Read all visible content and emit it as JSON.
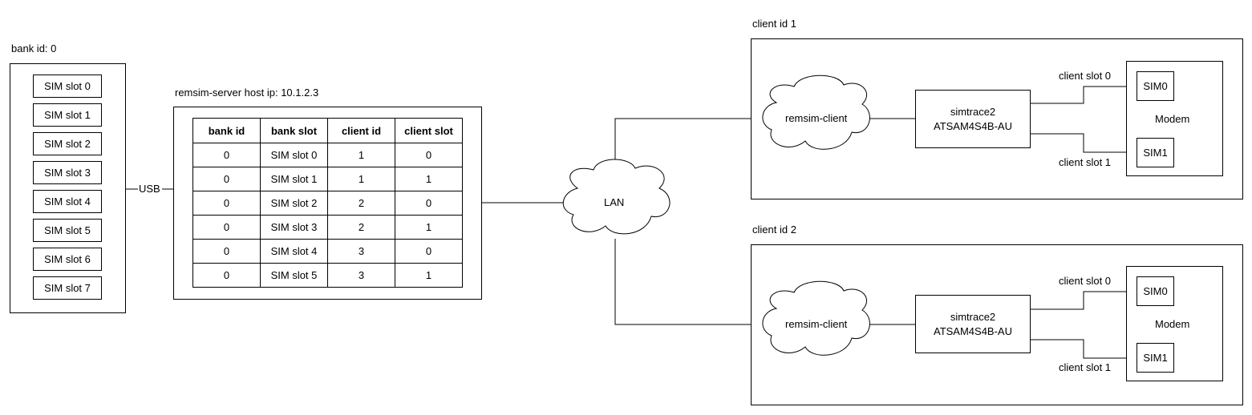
{
  "bank": {
    "title": "bank id: 0",
    "slots": [
      "SIM slot 0",
      "SIM slot 1",
      "SIM slot 2",
      "SIM slot 3",
      "SIM slot 4",
      "SIM slot 5",
      "SIM slot 6",
      "SIM slot 7"
    ]
  },
  "usb_label": "USB",
  "server": {
    "title": "remsim-server host ip: 10.1.2.3",
    "headers": [
      "bank id",
      "bank slot",
      "client id",
      "client slot"
    ],
    "rows": [
      [
        "0",
        "SIM slot 0",
        "1",
        "0"
      ],
      [
        "0",
        "SIM slot 1",
        "1",
        "1"
      ],
      [
        "0",
        "SIM slot 2",
        "2",
        "0"
      ],
      [
        "0",
        "SIM slot 3",
        "2",
        "1"
      ],
      [
        "0",
        "SIM slot 4",
        "3",
        "0"
      ],
      [
        "0",
        "SIM slot 5",
        "3",
        "1"
      ]
    ]
  },
  "lan_label": "LAN",
  "clients": [
    {
      "title": "client id 1",
      "cloud_label": "remsim-client",
      "device_line1": "simtrace2",
      "device_line2": "ATSAM4S4B-AU",
      "slot0_label": "client slot 0",
      "slot1_label": "client slot 1",
      "sim0": "SIM0",
      "sim1": "SIM1",
      "modem": "Modem"
    },
    {
      "title": "client id 2",
      "cloud_label": "remsim-client",
      "device_line1": "simtrace2",
      "device_line2": "ATSAM4S4B-AU",
      "slot0_label": "client slot 0",
      "slot1_label": "client slot 1",
      "sim0": "SIM0",
      "sim1": "SIM1",
      "modem": "Modem"
    }
  ]
}
